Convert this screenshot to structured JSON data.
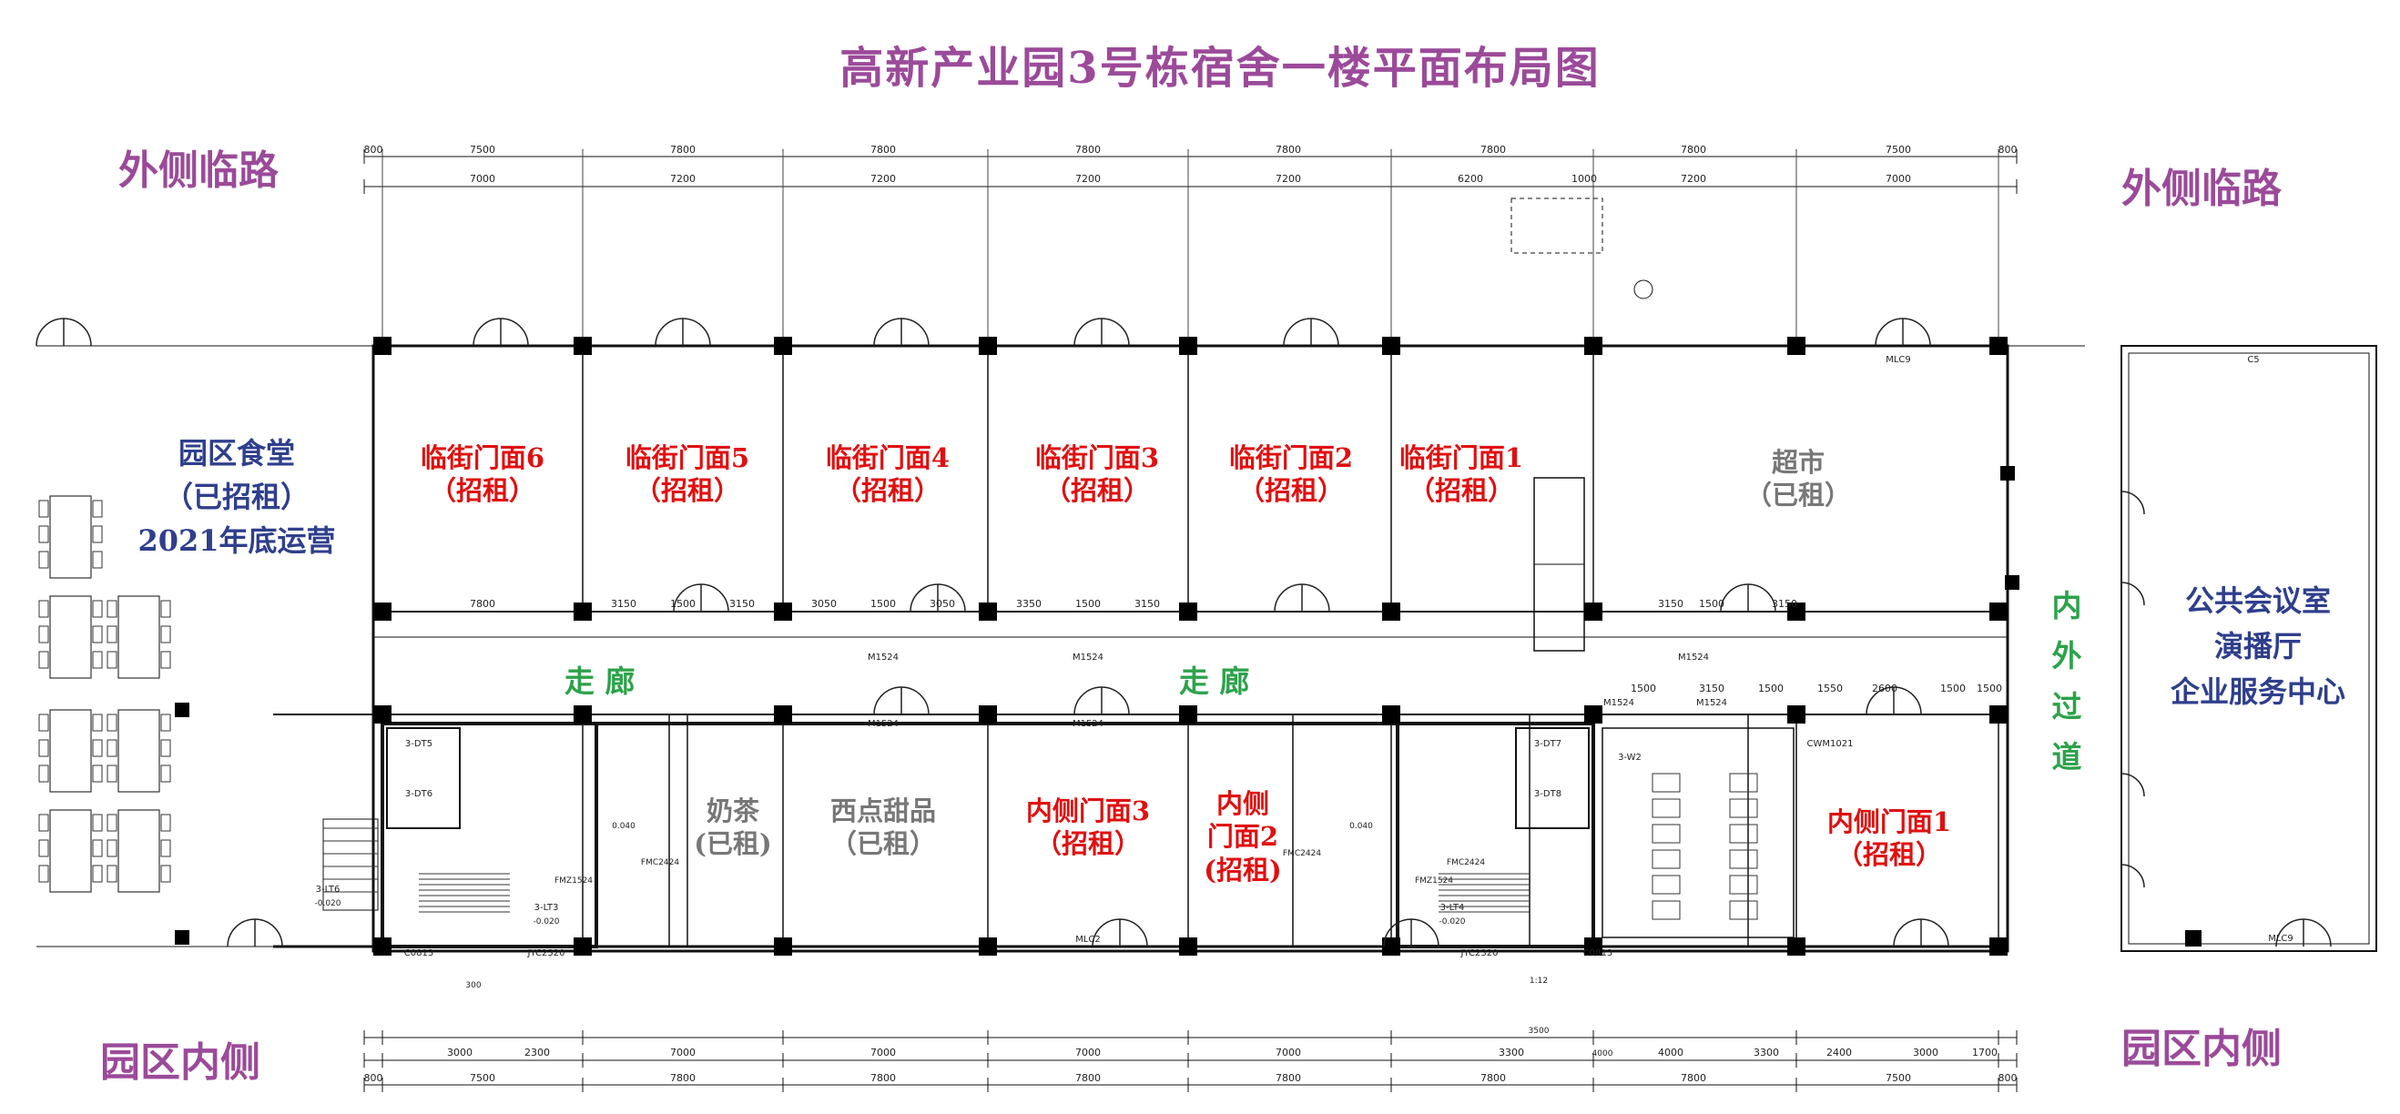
{
  "title": "高新产业园3号栋宿舍一楼平面布局图",
  "corners": {
    "top_left": "外侧临路",
    "top_right": "外侧临路",
    "bottom_left": "园区内侧",
    "bottom_right": "园区内侧"
  },
  "canteen": [
    "园区食堂",
    "（已招租）",
    "2021年底运营"
  ],
  "east_building": [
    "公共会议室",
    "演播厅",
    "企业服务中心"
  ],
  "corridor": "走 廊",
  "passage": [
    "内",
    "外",
    "过",
    "道"
  ],
  "street_units": [
    {
      "name": "临街门面6",
      "status": "（招租）"
    },
    {
      "name": "临街门面5",
      "status": "（招租）"
    },
    {
      "name": "临街门面4",
      "status": "（招租）"
    },
    {
      "name": "临街门面3",
      "status": "（招租）"
    },
    {
      "name": "临街门面2",
      "status": "（招租）"
    },
    {
      "name": "临街门面1",
      "status": "（招租）"
    }
  ],
  "supermarket": [
    "超市",
    "（已租）"
  ],
  "inner_units": {
    "milk_tea": [
      "奶茶",
      "(已租)"
    ],
    "dessert": [
      "西点甜品",
      "（已租）"
    ],
    "inner3": [
      "内侧门面3",
      "（招租）"
    ],
    "inner2": [
      "内侧",
      "门面2",
      "(招租)"
    ],
    "inner1": [
      "内侧门面1",
      "（招租）"
    ]
  },
  "dims_top_outer": [
    "800",
    "7500",
    "7800",
    "7800",
    "7800",
    "7800",
    "7800",
    "7800",
    "7500",
    "800"
  ],
  "dims_top_inner": [
    "7000",
    "7200",
    "7200",
    "7200",
    "7200",
    "6200",
    "1000",
    "7200",
    "7000"
  ],
  "dims_bottom_outer": [
    "800",
    "7500",
    "7800",
    "7800",
    "7800",
    "7800",
    "7800",
    "7800",
    "7500",
    "800"
  ],
  "dims_bottom_inner": [
    "3000",
    "2300",
    "7000",
    "7000",
    "7000",
    "7000",
    "3300",
    "4000",
    "3300",
    "2400",
    "3000",
    "1700"
  ],
  "dims_mid_row1": [
    "7800",
    "3150",
    "1500",
    "3150",
    "3050",
    "1500",
    "3050",
    "3350",
    "1500",
    "3150",
    "3150",
    "1500",
    "3150"
  ],
  "dims_mid_row2": [
    "1500",
    "3150",
    "1500",
    "1550",
    "2600",
    "1500",
    "1500"
  ],
  "door_codes": [
    "M1524",
    "M1524",
    "M1524",
    "M1524",
    "M1524",
    "M1524",
    "M1524",
    "MLC2",
    "MLC9",
    "MLC9",
    "C5",
    "C0813",
    "C0813",
    "JYC2320",
    "JYC2320",
    "CWM1021"
  ],
  "stair_labels": [
    "3-LT3",
    "3-LT4",
    "3-LT6",
    "3-DT5",
    "3-DT6",
    "3-DT7",
    "3-DT8",
    "3-W2"
  ],
  "small_notes": [
    "-0.020",
    "-0.020",
    "-0.020",
    "0.040",
    "0.040",
    "FMZ1524",
    "FMZ1524",
    "FMC2424",
    "FMC2424",
    "FMC2424",
    "1:12",
    "3500",
    "300",
    "4000"
  ],
  "colors": {
    "title": "#9b4a99",
    "blue": "#2f3f8c",
    "red": "#e01010",
    "gray": "#777777",
    "green": "#2ca24a",
    "ink": "#111111"
  }
}
